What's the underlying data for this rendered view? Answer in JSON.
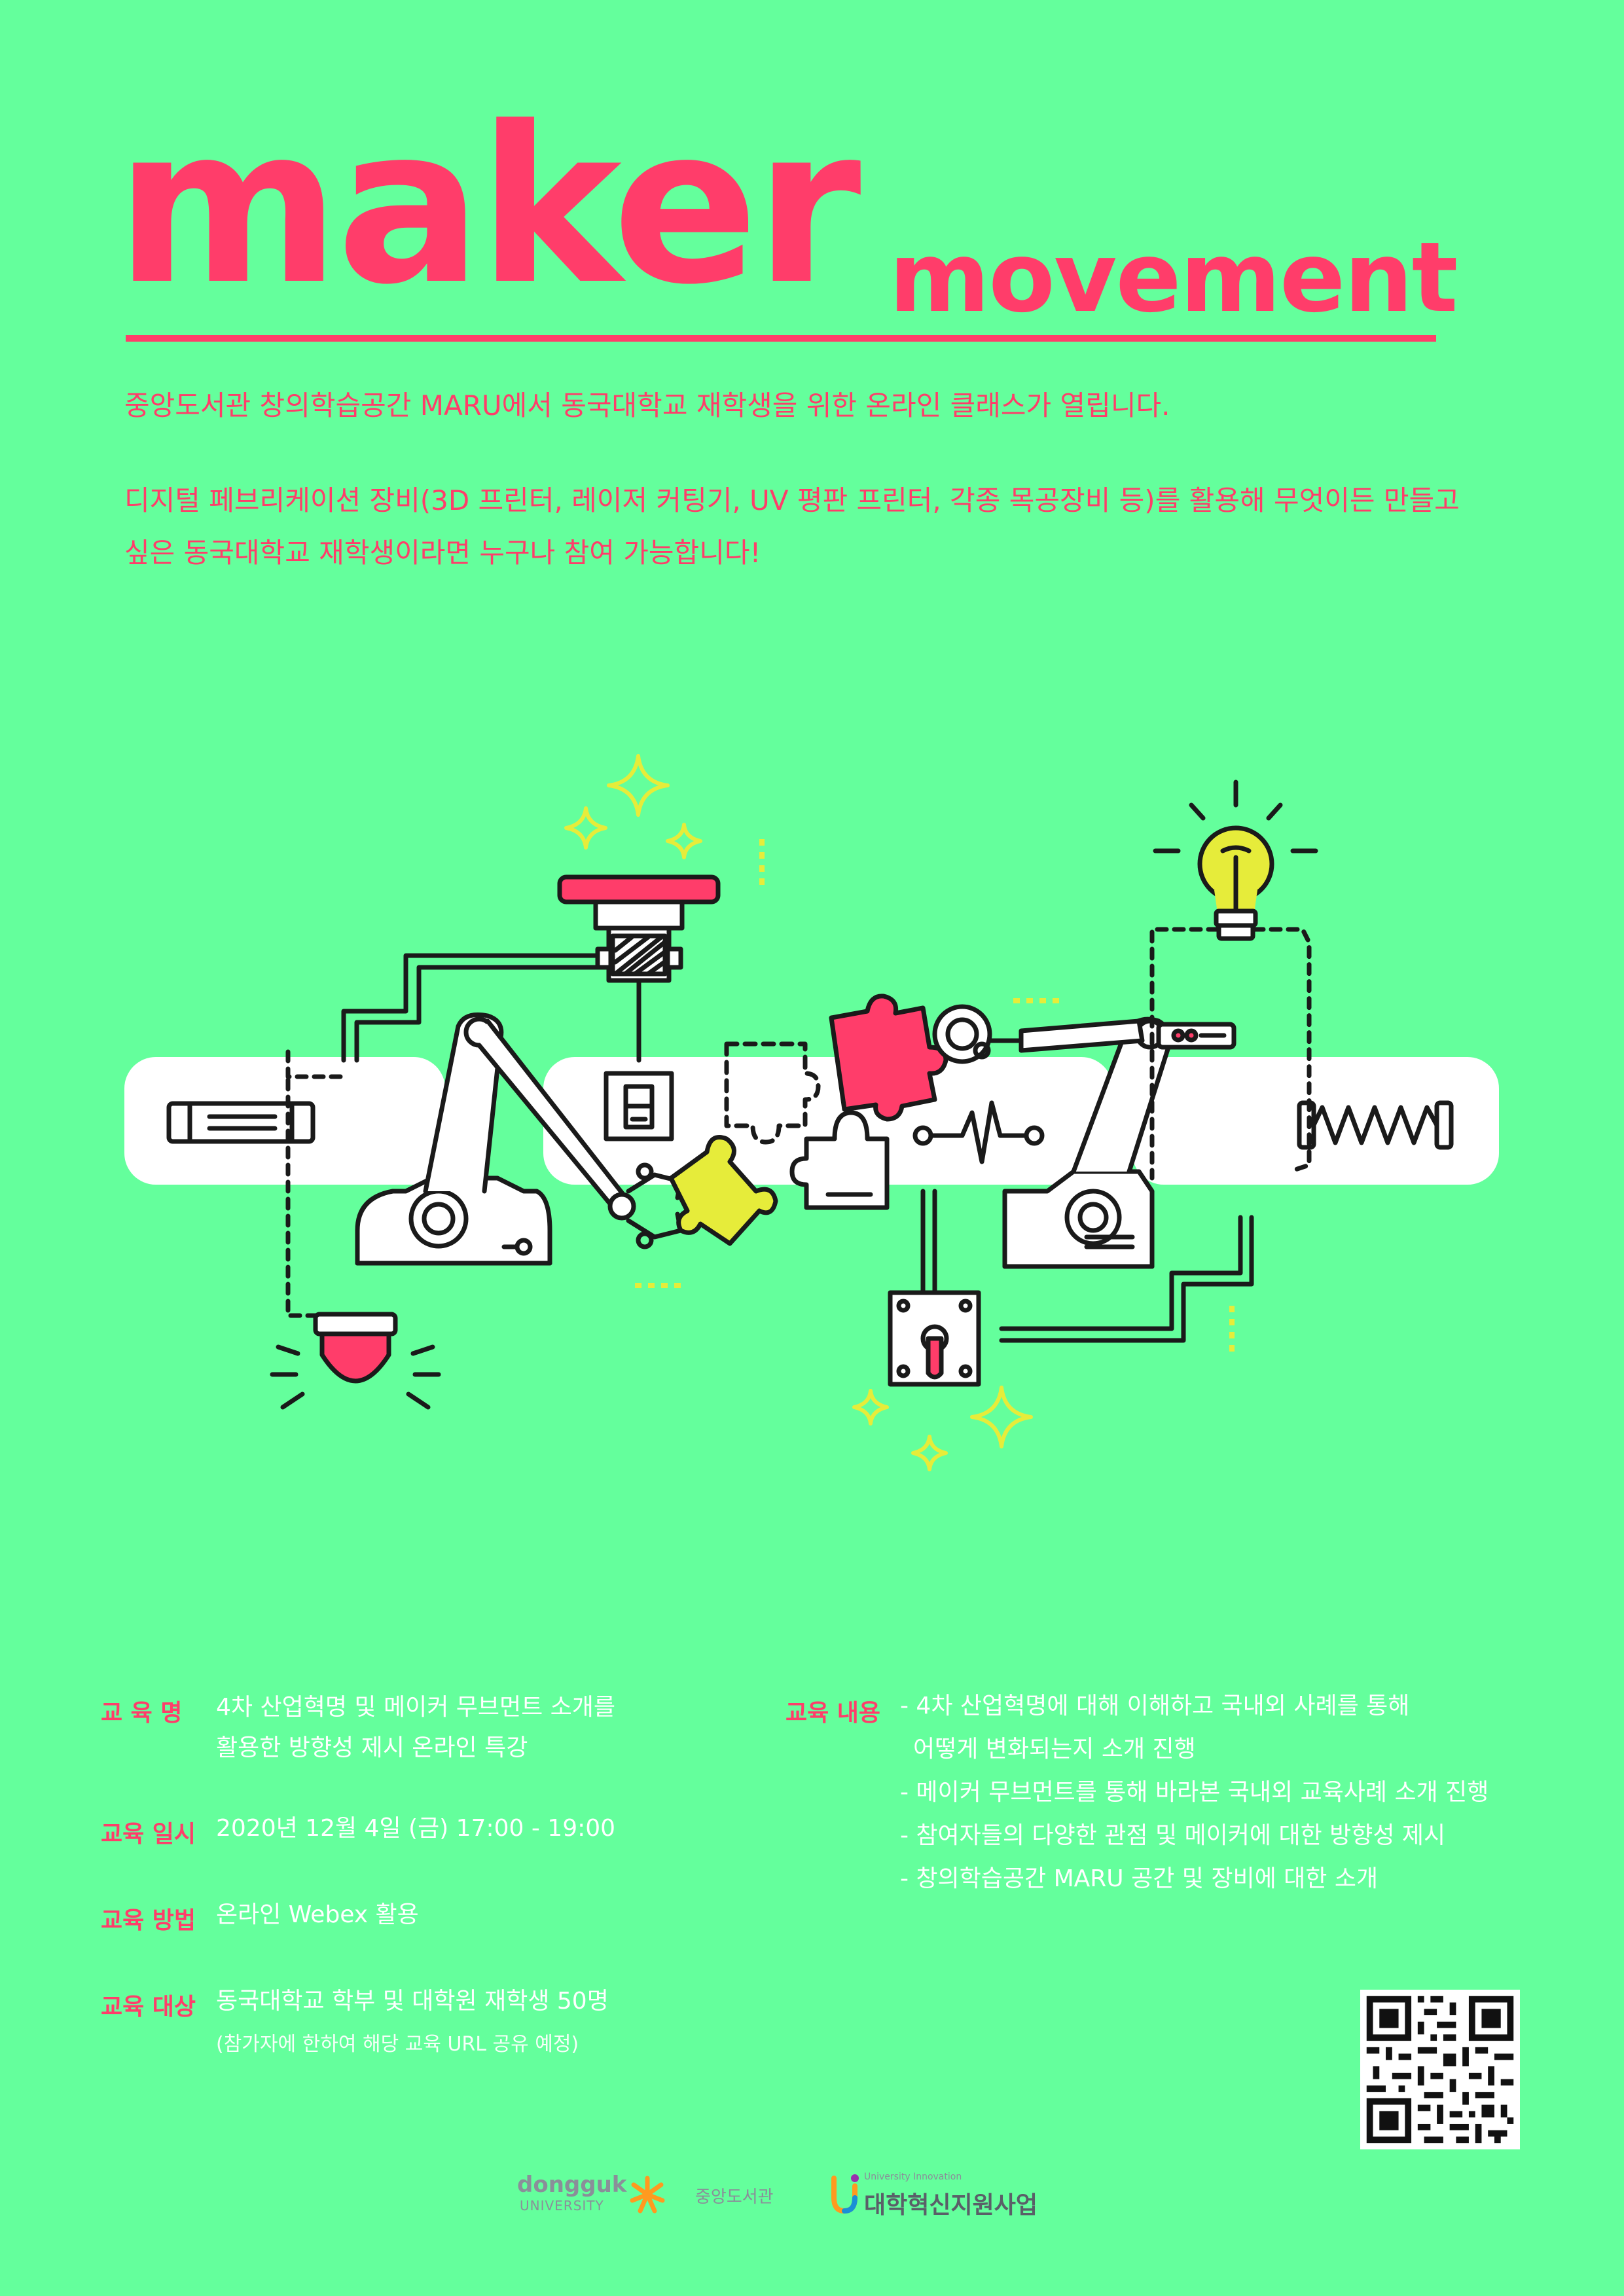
{
  "title": {
    "main": "maker",
    "sub": "movement"
  },
  "intro": {
    "line1": "중앙도서관 창의학습공간 MARU에서 동국대학교 재학생을 위한 온라인 클래스가 열립니다.",
    "line2a": "디지털 페브리케이션 장비(3D 프린터, 레이저 커팅기, UV 평판 프린터, 각종 목공장비 등)를 활용해 무엇이든 만들고",
    "line2b": "싶은 동국대학교 재학생이라면 누구나 참여 가능합니다!"
  },
  "colors": {
    "background": "#64ff9c",
    "accent": "#ff3d6a",
    "yellow": "#e6ec3a",
    "line": "#1a1a1a"
  },
  "info": {
    "name_label": "교 육 명",
    "name_value_1": "4차 산업혁명 및 메이커 무브먼트 소개를",
    "name_value_2": "활용한 방향성 제시 온라인 특강",
    "date_label": "교육 일시",
    "date_value": "2020년 12월 4일 (금) 17:00 - 19:00",
    "method_label": "교육 방법",
    "method_value": "온라인 Webex 활용",
    "target_label": "교육 대상",
    "target_value": "동국대학교 학부 및 대학원 재학생 50명",
    "target_note": "(참가자에 한하여 해당 교육 URL 공유 예정)",
    "content_label": "교육 내용",
    "content_lines": [
      "- 4차 산업혁명에 대해 이해하고 국내외 사례를 통해",
      "  어떻게 변화되는지 소개 진행",
      "- 메이커 무브먼트를 통해 바라본 국내외 교육사례 소개 진행",
      "- 참여자들의 다양한 관점 및 메이커에 대한 방향성 제시",
      "- 창의학습공간 MARU 공간 및 장비에 대한 소개"
    ]
  },
  "footer": {
    "dongguk_top": "dongguk",
    "dongguk_bottom": "UNIVERSITY",
    "library": "중앙도서관",
    "innovation_small": "University Innovation",
    "innovation": "대학혁신지원사업"
  }
}
